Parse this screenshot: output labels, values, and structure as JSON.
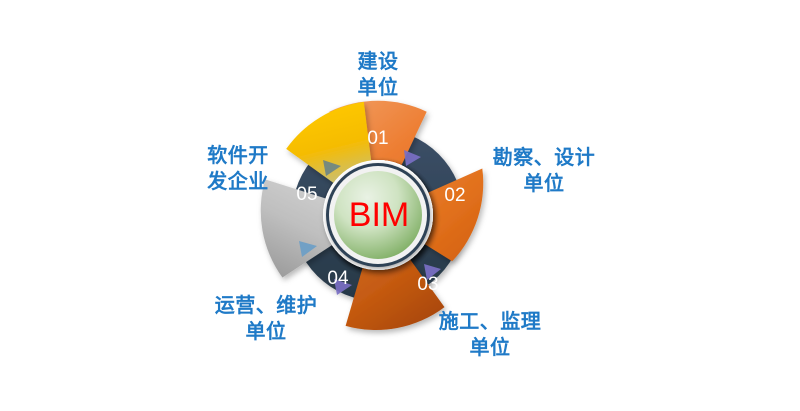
{
  "diagram": {
    "title_center": "BIM",
    "center_text_color": "#ff0000",
    "label_text_color": "#1f7ac7",
    "hub_ring_color": "#2f4256",
    "background_color": "#ffffff",
    "segments": [
      {
        "number": "01",
        "label": "建设\n单位",
        "color": "#ed7d31",
        "color_end": "#e06a28",
        "marker_color": "#7a6fc4"
      },
      {
        "number": "02",
        "label": "勘察、设计\n单位",
        "color": "#e2711d",
        "color_end": "#d9630f",
        "marker_color": "#7a6fc4"
      },
      {
        "number": "03",
        "label": "施工、监理\n单位",
        "color": "#c55a11",
        "color_end": "#a8470a",
        "marker_color": "#7a6fc4"
      },
      {
        "number": "04",
        "label": "运营、维护\n单位",
        "color": "#c9c9c9",
        "color_end": "#9d9d9d",
        "marker_color": "#6b9ec7"
      },
      {
        "number": "05",
        "label": "软件开\n发企业",
        "color": "#ffc000",
        "color_end": "#b5b5b5",
        "marker_color": "#5f7f8f"
      }
    ]
  }
}
